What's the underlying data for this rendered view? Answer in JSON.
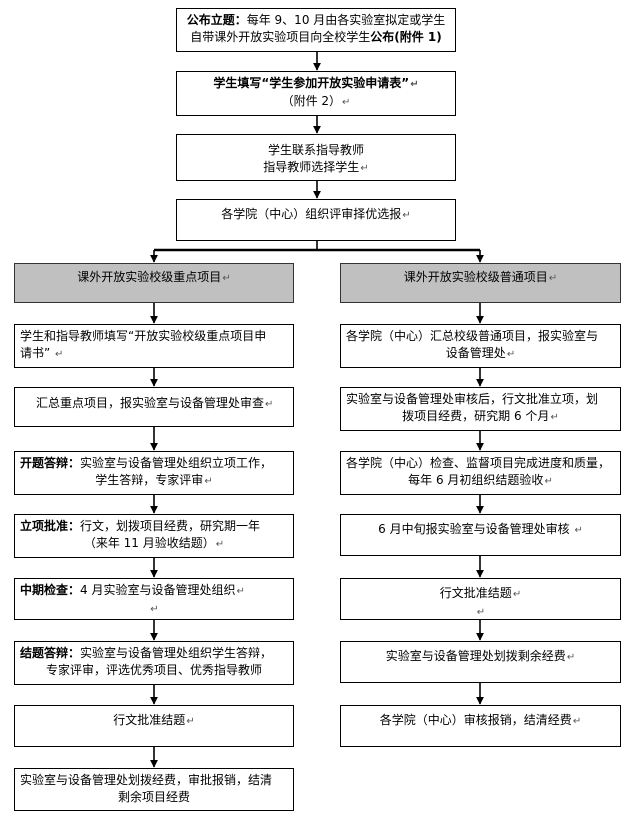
{
  "top": {
    "announce": {
      "lead": "公布立题：",
      "text1": "每年 9、10 月由各实验室拟定或学生",
      "text2a": "自带课外开放实验项目向全校学生",
      "text2b": "公布(附件 1)"
    },
    "apply": {
      "line1": "学生填写“学生参加开放实验申请表”",
      "line2": "（附件 2）"
    },
    "contact": {
      "line1": "学生联系指导教师",
      "line2": "指导教师选择学生"
    },
    "college_review": {
      "text": "各学院（中心）组织评审择优选报"
    }
  },
  "left": {
    "header": "课外开放实验校级重点项目",
    "steps": [
      {
        "lead": "",
        "line1": "学生和指导教师填写“开放实验校级重点项目申",
        "line2": "请书”"
      },
      {
        "lead": "",
        "line1": "汇总重点项目，报实验室与设备管理处审查",
        "line2": ""
      },
      {
        "lead": "开题答辩：",
        "line1": "实验室与设备管理处组织立项工作，",
        "line2": "学生答辩，专家评审"
      },
      {
        "lead": "立项批准：",
        "line1": "行文，划拨项目经费，研究期一年",
        "line2": "（来年 11 月验收结题）"
      },
      {
        "lead": "中期检查：",
        "line1": "4 月实验室与设备管理处组织",
        "line2": ""
      },
      {
        "lead": "结题答辩：",
        "line1": "实验室与设备管理处组织学生答辩，",
        "line2": "专家评审，评选优秀项目、优秀指导教师"
      },
      {
        "lead": "",
        "line1": "行文批准结题",
        "line2": ""
      },
      {
        "lead": "",
        "line1": "实验室与设备管理处划拨经费，审批报销，结清",
        "line2": "剩余项目经费"
      }
    ]
  },
  "right": {
    "header": "课外开放实验校级普通项目",
    "steps": [
      {
        "line1": "各学院（中心）汇总校级普通项目，报实验室与",
        "line2": "设备管理处"
      },
      {
        "line1": "实验室与设备管理处审核后，行文批准立项，划",
        "line2": "拨项目经费，研究期 6 个月"
      },
      {
        "line1": "各学院（中心）检查、监督项目完成进度和质量，",
        "line2": "每年 6 月初组织结题验收"
      },
      {
        "line1": "6 月中旬报实验室与设备管理处审核",
        "line2": ""
      },
      {
        "line1": "行文批准结题",
        "line2": ""
      },
      {
        "line1": "实验室与设备管理处划拨剩余经费",
        "line2": ""
      },
      {
        "line1": "各学院（中心）审核报销，结清经费",
        "line2": ""
      }
    ]
  },
  "paragraph_mark": "↵"
}
